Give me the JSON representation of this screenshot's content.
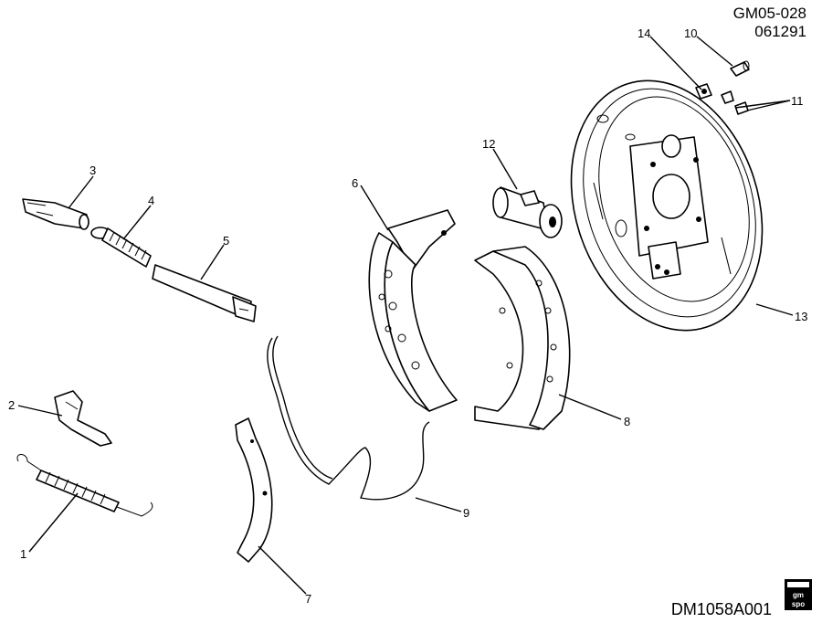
{
  "header": {
    "code": "GM05-028",
    "date": "061291"
  },
  "footer": {
    "code": "DM1058A001",
    "logo_top": "gm",
    "logo_bottom": "spo"
  },
  "callouts": [
    "1",
    "2",
    "3",
    "4",
    "5",
    "6",
    "7",
    "8",
    "9",
    "10",
    "11",
    "12",
    "13",
    "14"
  ]
}
